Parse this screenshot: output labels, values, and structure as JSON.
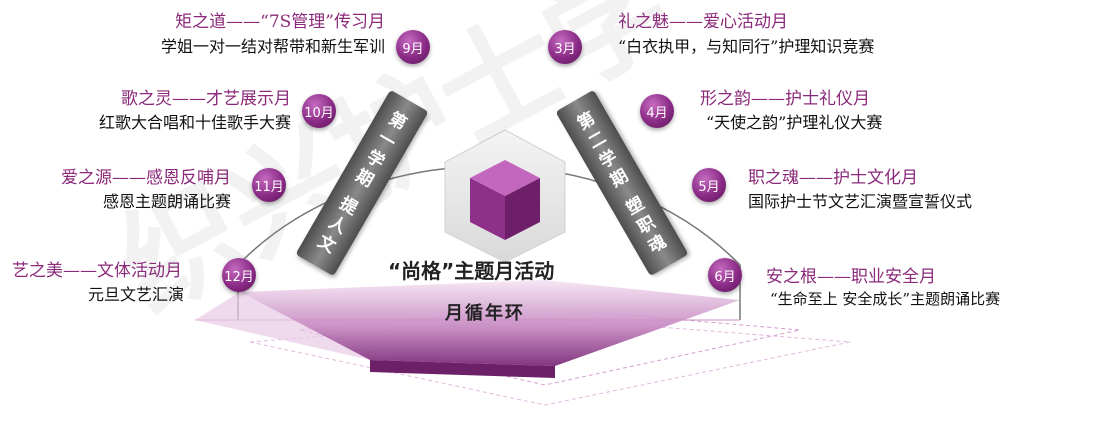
{
  "central": {
    "title": "“尚格”主题月活动",
    "loop_label": "月循年环"
  },
  "semesters": [
    {
      "chars": [
        "第",
        "一",
        "学",
        "期"
      ],
      "theme_chars": [
        "提",
        "人",
        "文"
      ]
    },
    {
      "chars": [
        "第",
        "二",
        "学",
        "期"
      ],
      "theme_chars": [
        "塑",
        "职",
        "魂"
      ]
    }
  ],
  "months": {
    "m9": "9月",
    "m10": "10月",
    "m11": "11月",
    "m12": "12月",
    "m3": "3月",
    "m4": "4月",
    "m5": "5月",
    "m6": "6月"
  },
  "activities": {
    "sep": {
      "title": "矩之道——“7S管理”传习月",
      "desc": "学姐一对一结对帮带和新生军训"
    },
    "oct": {
      "title": "歌之灵——才艺展示月",
      "desc": "红歌大合唱和十佳歌手大赛"
    },
    "nov": {
      "title": "爱之源——感恩反哺月",
      "desc": "感恩主题朗诵比赛"
    },
    "dec": {
      "title": "艺之美——文体活动月",
      "desc": "元旦文艺汇演"
    },
    "mar": {
      "title": "礼之魅——爱心活动月",
      "desc": "“白衣执甲，与知同行”护理知识竞赛"
    },
    "apr": {
      "title": "形之韵——护士礼仪月",
      "desc": "“天使之韵”护理礼仪大赛"
    },
    "may": {
      "title": "职之魂——护士文化月",
      "desc": "国际护士节文艺汇演暨宣誓仪式"
    },
    "jun": {
      "title": "安之根——职业安全月",
      "desc": "“生命至上 安全成长”主题朗诵比赛"
    }
  },
  "colors": {
    "accent": "#8b2a7a",
    "bubble": "#8a2a86",
    "banner": "#6a6a6a"
  },
  "watermark": "织兴护士学"
}
